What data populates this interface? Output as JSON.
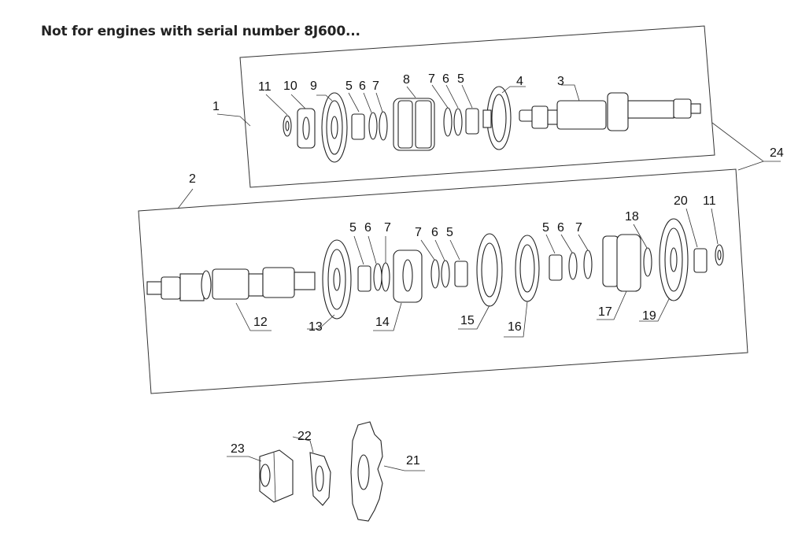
{
  "header": {
    "note": "Not for engines with serial number 8J600..."
  },
  "callouts": {
    "c1": "1",
    "c2": "2",
    "c3": "3",
    "c4": "4",
    "c5": "5",
    "c6": "6",
    "c7": "7",
    "c8": "8",
    "c9": "9",
    "c10": "10",
    "c11": "11",
    "c12": "12",
    "c13": "13",
    "c14": "14",
    "c15": "15",
    "c16": "16",
    "c17": "17",
    "c18": "18",
    "c19": "19",
    "c20": "20",
    "c21": "21",
    "c22": "22",
    "c23": "23",
    "c24": "24"
  },
  "colors": {
    "line": "#222222",
    "background": "#ffffff"
  }
}
